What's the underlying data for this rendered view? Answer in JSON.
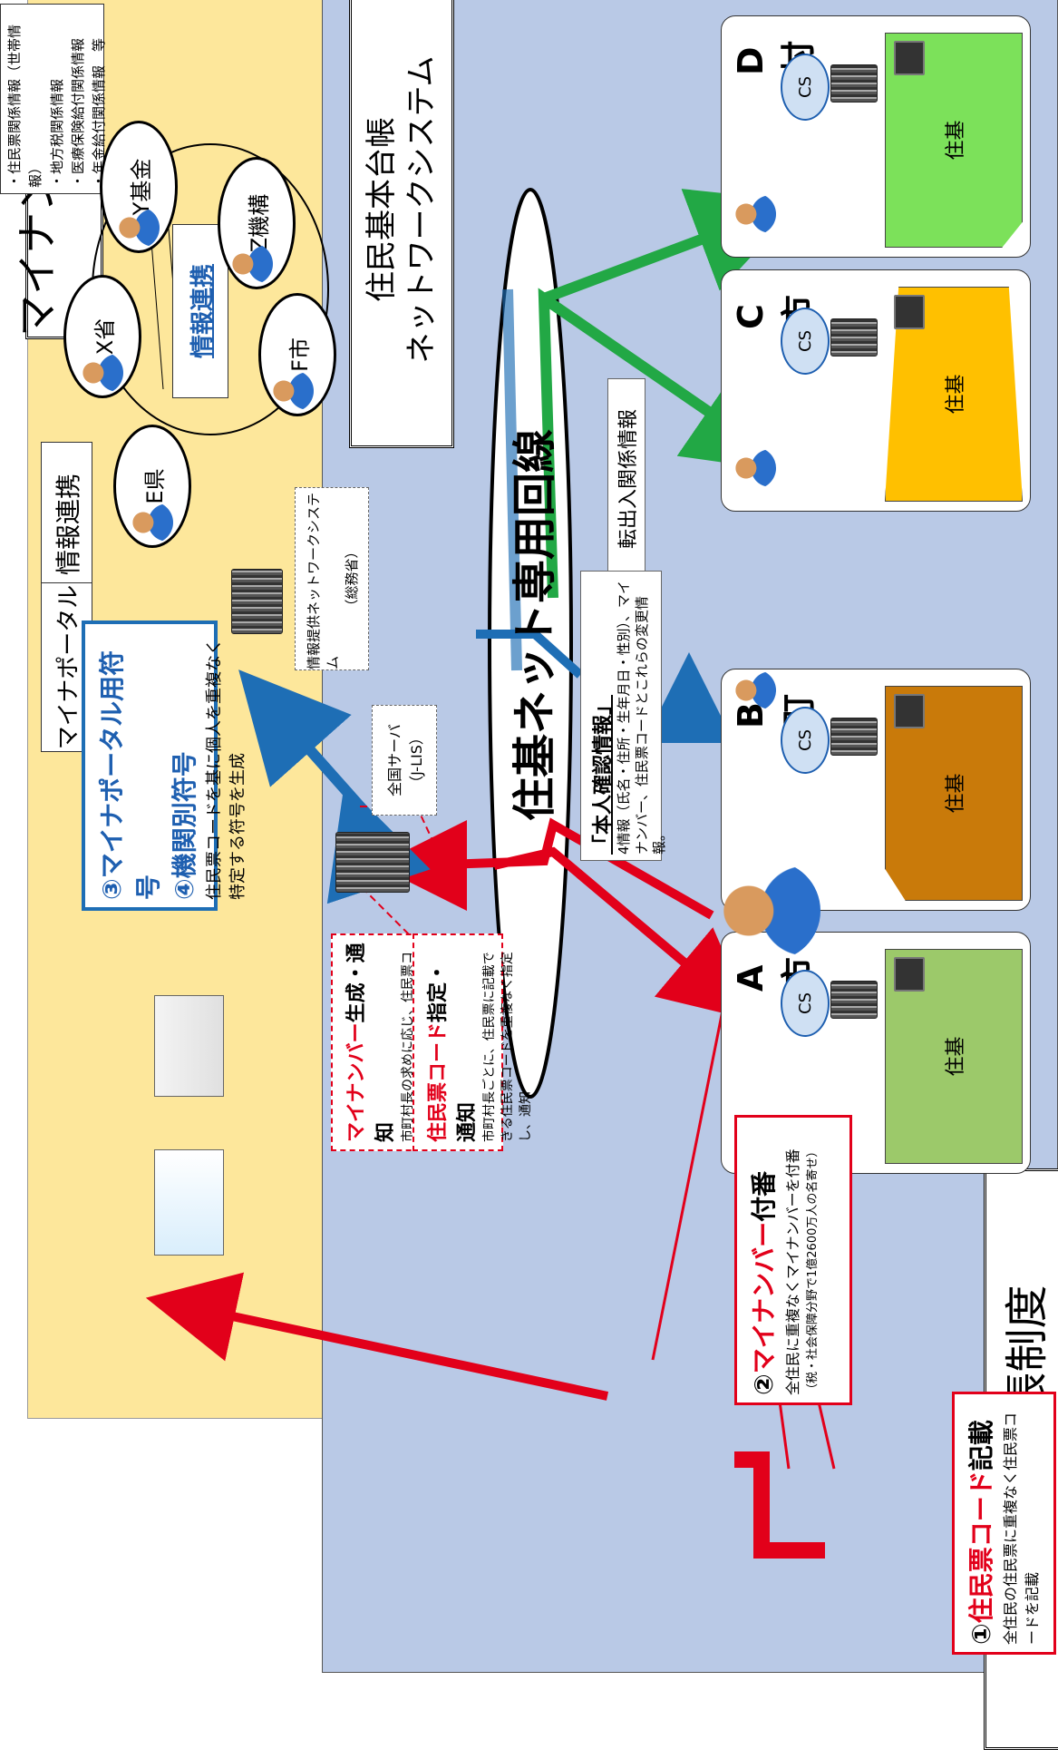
{
  "regions": {
    "mynumber_system_title": "マイナンバー制度",
    "juki_system_title": "住民基本台帳制度",
    "network_title_line1": "住民基本台帳",
    "network_title_line2": "ネットワークシステム"
  },
  "top_note": {
    "lines": [
      "・住民票関係情報（世帯情報）",
      "・地方税関係情報",
      "・医療保険給付関係情報",
      "・年金給付関係情報　等"
    ]
  },
  "info_link": {
    "label": "情報連携",
    "center_label": "情報連携",
    "nodes": [
      "E県",
      "X省",
      "Y基金",
      "Z機構",
      "F市"
    ]
  },
  "myportal": {
    "label": "マイナポータル"
  },
  "info_provision": {
    "label": "情報提供ネットワークシステム",
    "sub": "（総務省）"
  },
  "national_server": {
    "label": "全国サーバ",
    "sub": "（J-LIS）"
  },
  "network_line": {
    "label": "住基ネット専用回線"
  },
  "transfer_info": {
    "label": "転出入関係情報"
  },
  "identity_info": {
    "title": "「本人確認情報」",
    "body": "4情報（氏名・住所・生年月日・性別）、マイナンバー、住民票コードとこれらの変更情報。"
  },
  "municipalities": [
    {
      "name": "A市",
      "cs": "CS",
      "juki": "住基"
    },
    {
      "name": "B町",
      "cs": "CS",
      "juki": "住基"
    },
    {
      "name": "C市",
      "cs": "CS",
      "juki": "住基"
    },
    {
      "name": "D村",
      "cs": "CS",
      "juki": "住基"
    }
  ],
  "step1": {
    "number": "①",
    "title_red": "住民票コード",
    "title_rest": "記載",
    "body": "全住民の住民票に重複なく住民票コードを記載"
  },
  "step2": {
    "number": "②",
    "title_red": "マイナンバー",
    "title_rest": "付番",
    "body": "全住民に重複なくマイナンバーを付番",
    "note": "（税・社会保障分野で1億2600万人の名寄せ）"
  },
  "step34": {
    "line1_number": "③",
    "line1": "マイナポータル用符号",
    "line2_number": "④",
    "line2": "機関別符号",
    "body": "住民票コードを基に個人を重複なく特定する符号を生成"
  },
  "mynumber_generation": {
    "title_red": "マイナンバー",
    "title_rest": "生成・通知",
    "body": "市町村長の求めに応じ、住民票コードを基に重複なくマイナンバーを生成し、通知"
  },
  "resident_code": {
    "title_red": "住民票コード",
    "title_rest": "指定・通知",
    "body": "市町村長ごとに、住民票に記載できる住民票コードを重複なく指定し、通知"
  },
  "colors": {
    "mynumber_bg": "#fde79b",
    "juki_bg": "#b9c9e6",
    "red": "#e2001a",
    "blue": "#1e6eb5",
    "green": "#22a845",
    "muni_a": "#9cc96a",
    "muni_b": "#c97a0a",
    "muni_c": "#ffc000",
    "muni_d": "#7ce15a"
  },
  "icons": [
    "server-icon",
    "person-icon",
    "pc-icon",
    "card-icon",
    "notice-card-icon",
    "screen-icon"
  ]
}
